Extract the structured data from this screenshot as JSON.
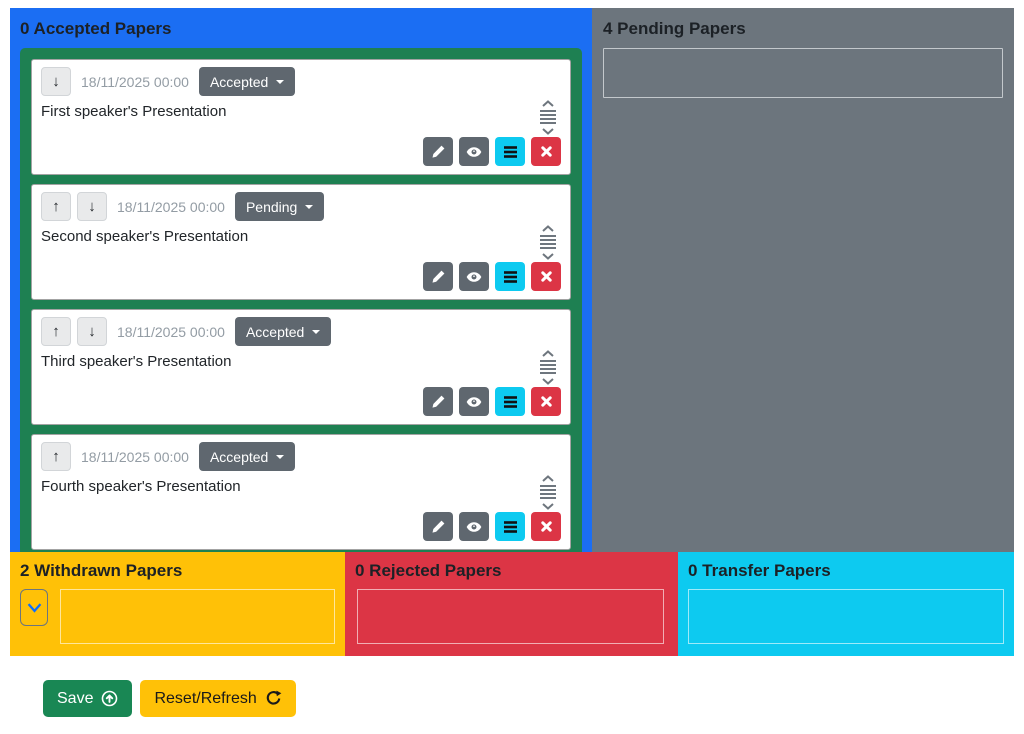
{
  "sections": {
    "accepted": {
      "title": "0 Accepted Papers"
    },
    "pending": {
      "title": "4 Pending Papers"
    },
    "withdrawn": {
      "title": "2 Withdrawn Papers"
    },
    "rejected": {
      "title": "0 Rejected Papers"
    },
    "transfer": {
      "title": "0 Transfer Papers"
    }
  },
  "papers": [
    {
      "title": "First speaker's Presentation",
      "datetime": "18/11/2025 00:00",
      "status": "Accepted"
    },
    {
      "title": "Second speaker's Presentation",
      "datetime": "18/11/2025 00:00",
      "status": "Pending"
    },
    {
      "title": "Third speaker's Presentation",
      "datetime": "18/11/2025 00:00",
      "status": "Accepted"
    },
    {
      "title": "Fourth speaker's Presentation",
      "datetime": "18/11/2025 00:00",
      "status": "Accepted"
    }
  ],
  "footer": {
    "save_label": "Save",
    "reset_label": "Reset/Refresh"
  },
  "icons": {
    "move_up": "↑",
    "move_down": "↓"
  },
  "colors": {
    "accepted_bg": "#1b6ef3",
    "pending_bg": "#6c757d",
    "withdrawn_bg": "#ffc107",
    "rejected_bg": "#dc3545",
    "transfer_bg": "#0dcaf0",
    "paper_container_green": "#1e8052",
    "status_button_gray": "#5f676f",
    "list_button_cyan": "#0dcaf0",
    "delete_button_red": "#dc3545",
    "save_button_green": "#198754",
    "reset_button_yellow": "#ffc107",
    "toggle_chevron_blue": "#0d6efd"
  }
}
